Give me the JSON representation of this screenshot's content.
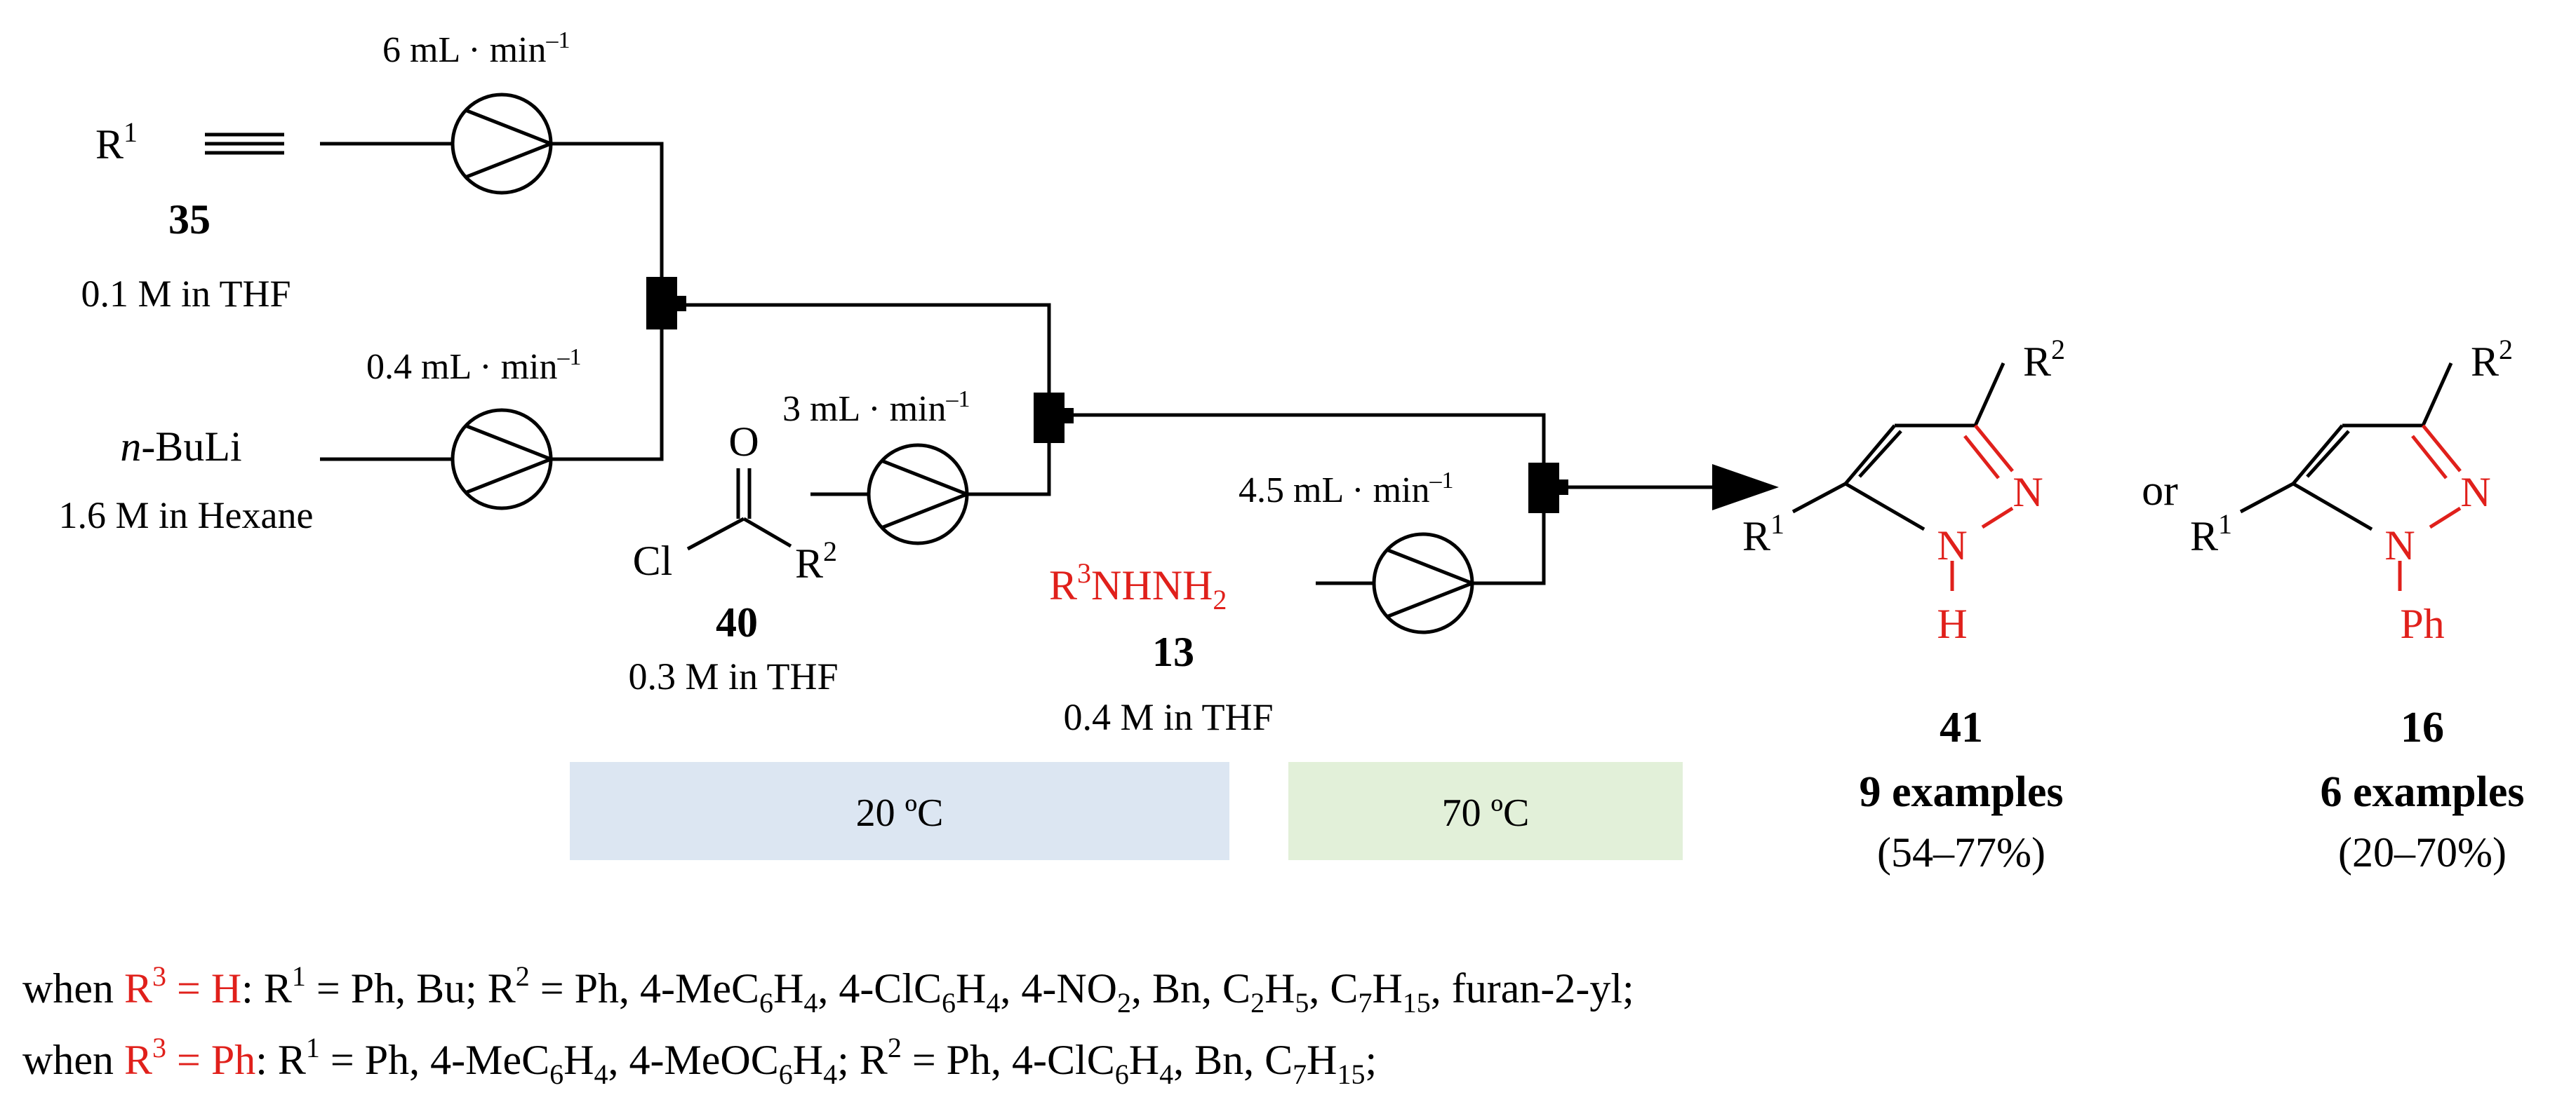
{
  "colors": {
    "text": "#000000",
    "highlight": "#e0201b",
    "zone_cold": "#dce6f2",
    "zone_hot": "#e2f0d9"
  },
  "reagents": {
    "alkyne": {
      "label_prefix": "R",
      "label_sup": "1",
      "number": "35",
      "conc": "0.1 M in THF"
    },
    "base": {
      "label_italic": "n",
      "label_rest": "-BuLi",
      "conc": "1.6 M in Hexane"
    },
    "acyl_chloride": {
      "atom_o": "O",
      "atom_cl": "Cl",
      "label_prefix": "R",
      "label_sup": "2",
      "number": "40",
      "conc": "0.3 M in THF"
    },
    "hydrazine": {
      "r": "R",
      "r_sup": "3",
      "mid": "NHNH",
      "sub": "2",
      "number": "13",
      "conc": "0.4 M in THF"
    }
  },
  "pumps": [
    {
      "id": "pump-1",
      "flow": "6 mL · min",
      "exp": "–1"
    },
    {
      "id": "pump-2",
      "flow": "0.4 mL · min",
      "exp": "–1"
    },
    {
      "id": "pump-3",
      "flow": "3 mL · min",
      "exp": "–1"
    },
    {
      "id": "pump-4",
      "flow": "4.5 mL · min",
      "exp": "–1"
    }
  ],
  "zones": [
    {
      "id": "zone-cold",
      "label": "20 ºC"
    },
    {
      "id": "zone-hot",
      "label": "70 ºC"
    }
  ],
  "products": {
    "or_label": "or",
    "p41": {
      "r1": "R",
      "r1_sup": "1",
      "r2": "R",
      "r2_sup": "2",
      "n1": "N",
      "n2": "N",
      "subst": "H",
      "number": "41",
      "examples": "9 examples",
      "yield": "(54–77%)"
    },
    "p16": {
      "r1": "R",
      "r1_sup": "1",
      "r2": "R",
      "r2_sup": "2",
      "n1": "N",
      "n2": "N",
      "subst": "Ph",
      "number": "16",
      "examples": "6 examples",
      "yield": "(20–70%)"
    }
  },
  "footnotes": {
    "line1": {
      "lead": "when ",
      "cond": "R",
      "cond_sup": "3",
      "cond_rest": " = H",
      "body_a": ": R",
      "sup1": "1",
      "body_b": " = Ph, Bu; R",
      "sup2": "2",
      "body_c": " = Ph, 4-MeC",
      "s1": "6",
      "body_d": "H",
      "s2": "4",
      "body_e": ", 4-ClC",
      "s3": "6",
      "body_f": "H",
      "s4": "4",
      "body_g": ", 4-NO",
      "s5": "2",
      "body_h": ", Bn, C",
      "s6": "2",
      "body_i": "H",
      "s7": "5",
      "body_j": ", C",
      "s8": "7",
      "body_k": "H",
      "s9": "15",
      "body_l": ", furan-2-yl;"
    },
    "line2": {
      "lead": "when ",
      "cond": "R",
      "cond_sup": "3",
      "cond_rest": " = Ph",
      "body_a": ": R",
      "sup1": "1",
      "body_b": " = Ph, 4-MeC",
      "s1": "6",
      "body_c": "H",
      "s2": "4",
      "body_d": ", 4-MeOC",
      "s3": "6",
      "body_e": "H",
      "s4": "4",
      "body_f": "; R",
      "sup2": "2",
      "body_g": " = Ph, 4-ClC",
      "s5": "6",
      "body_h": "H",
      "s6": "4",
      "body_i": ", Bn, C",
      "s7": "7",
      "body_j": "H",
      "s8": "15",
      "body_k": ";"
    }
  }
}
